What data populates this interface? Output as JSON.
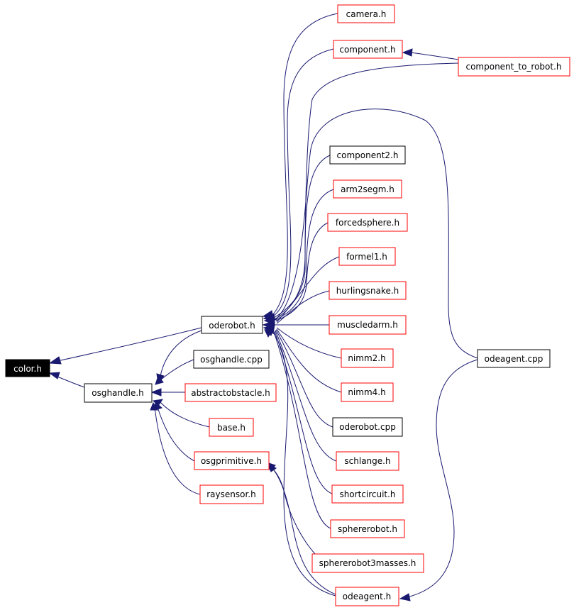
{
  "diagram": {
    "colors": {
      "edge": "#191970",
      "link_border": "#ff0000",
      "plain_border": "#000000",
      "root_fill": "#000000",
      "root_text": "#ffffff"
    },
    "nodes": {
      "color_h": "color.h",
      "oderobot_h": "oderobot.h",
      "osghandle_h": "osghandle.h",
      "osghandle_cpp": "osghandle.cpp",
      "abstractobstacle_h": "abstractobstacle.h",
      "base_h": "base.h",
      "osgprimitive_h": "osgprimitive.h",
      "raysensor_h": "raysensor.h",
      "camera_h": "camera.h",
      "component_h": "component.h",
      "component_to_robot_h": "component_to_robot.h",
      "component2_h": "component2.h",
      "arm2segm_h": "arm2segm.h",
      "forcedsphere_h": "forcedsphere.h",
      "formel1_h": "formel1.h",
      "hurlingsnake_h": "hurlingsnake.h",
      "muscledarm_h": "muscledarm.h",
      "nimm2_h": "nimm2.h",
      "nimm4_h": "nimm4.h",
      "oderobot_cpp": "oderobot.cpp",
      "schlange_h": "schlange.h",
      "shortcircuit_h": "shortcircuit.h",
      "sphererobot_h": "sphererobot.h",
      "sphererobot3masses_h": "sphererobot3masses.h",
      "odeagent_h": "odeagent.h",
      "odeagent_cpp": "odeagent.cpp"
    }
  }
}
